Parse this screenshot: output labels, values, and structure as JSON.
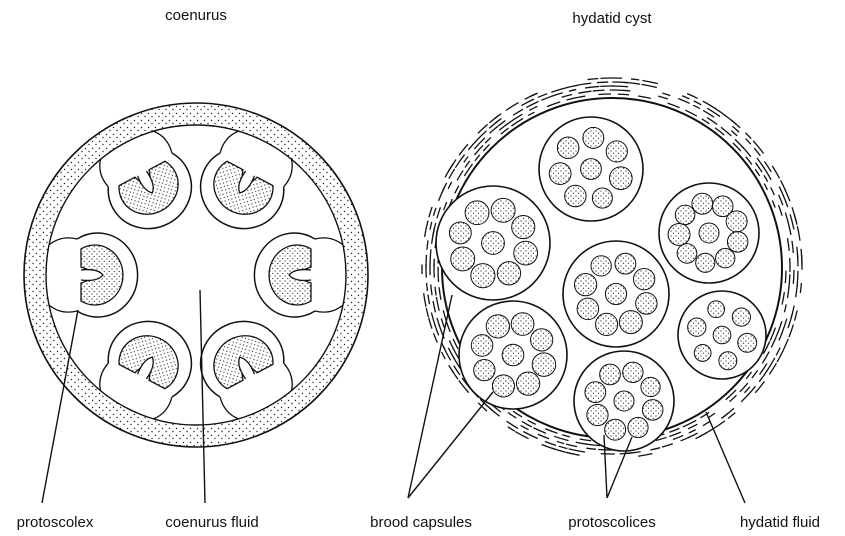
{
  "titles": {
    "left": "coenurus",
    "right": "hydatid cyst"
  },
  "labels": {
    "protoscolex": "protoscolex",
    "coenurus_fluid": "coenurus fluid",
    "brood_capsules": "brood capsules",
    "protoscolices": "protoscolices",
    "hydatid_fluid": "hydatid fluid"
  }
}
